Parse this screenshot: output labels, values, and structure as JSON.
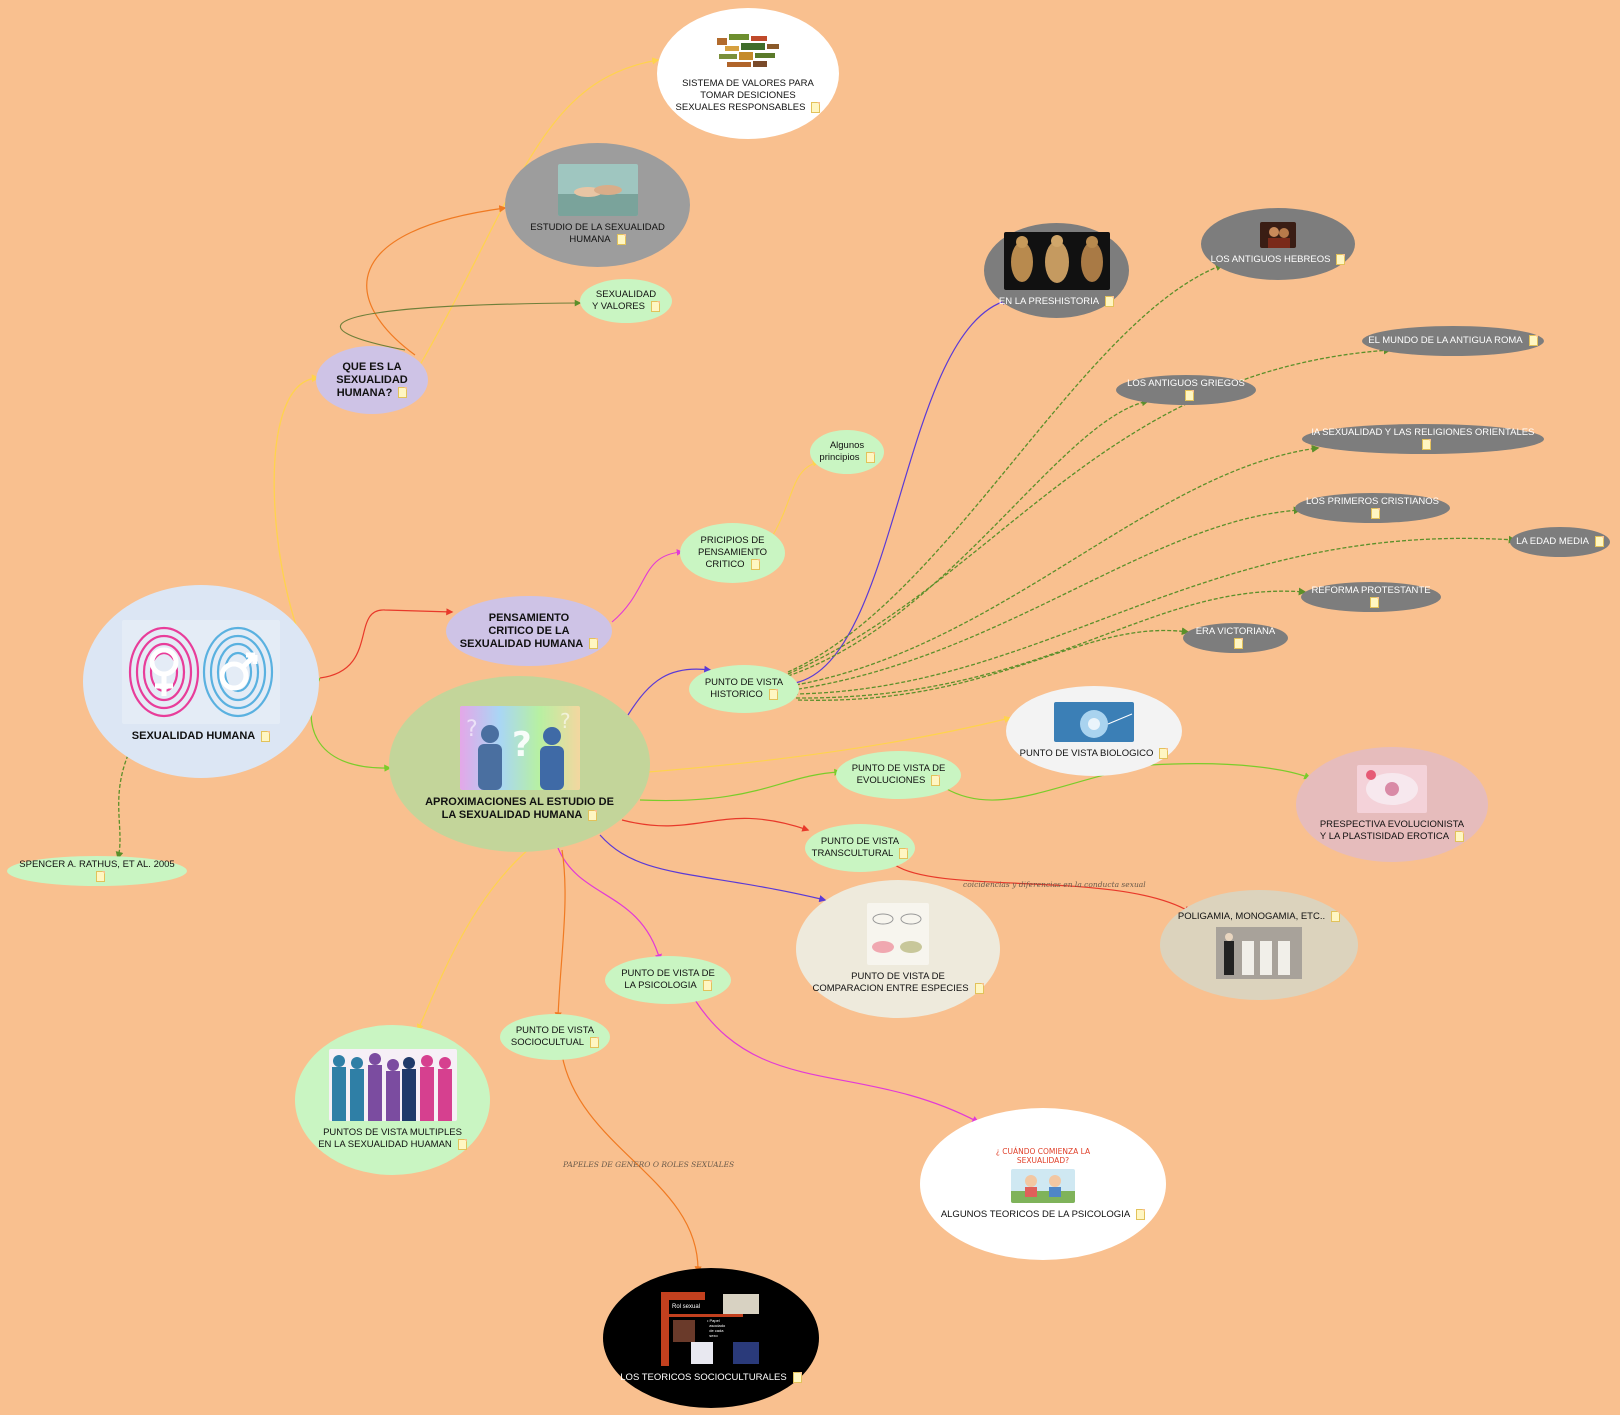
{
  "colors": {
    "background": "#f9c08f",
    "bubble_green": "#c9f5c2",
    "bubble_purple": "#cec3e6",
    "bubble_grey": "#7d7d7d",
    "bubble_blue": "#dce6f4",
    "bubble_olive": "#c3d59a",
    "bubble_pink": "#e6bcbc",
    "bubble_beige": "#dcd3bd",
    "bubble_cream": "#eeeadc",
    "bubble_black": "#000000"
  },
  "nodes": {
    "root": "SEXUALIDAD HUMANA",
    "rathus": "SPENCER A. RATHUS, ET AL. 2005",
    "que_es": "QUE ES LA\nSEXUALIDAD\nHUMANA?",
    "sistema": "SISTEMA DE VALORES PARA\nTOMAR DESICIONES\nSEXUALES RESPONSABLES",
    "estudio": "ESTUDIO DE LA SEXUALIDAD\nHUMANA",
    "sex_valores": "SEXUALIDAD\nY VALORES",
    "pensamiento": "PENSAMIENTO\nCRITICO DE LA\nSEXUALIDAD HUMANA",
    "principios": "PRICIPIOS DE\nPENSAMIENTO\nCRITICO",
    "algunos": "Algunos\nprincipios",
    "aprox": "APROXIMACIONES AL ESTUDIO DE\nLA SEXUALIDAD HUMANA",
    "historico": "PUNTO DE VISTA\nHISTORICO",
    "prehistoria": "EN LA PRESHISTORIA",
    "hebreos": "LOS ANTIGUOS HEBREOS",
    "roma": "EL MUNDO DE LA ANTIGUA ROMA",
    "griegos": "LOS ANTIGUOS GRIEGOS",
    "orientales": "lA SEXUALIDAD Y LAS RELIGIONES ORIENTALES",
    "cristianos": "LOS PRIMEROS CRISTIANOS",
    "edad_media": "LA EDAD MEDIA",
    "reforma": "REFORMA PROTESTANTE",
    "victoriana": "ERA VICTORIANA",
    "biologico": "PUNTO DE VISTA BIOLOGICO",
    "evoluciones": "PUNTO DE VISTA DE\nEVOLUCIONES",
    "evolucionista": "PRESPECTIVA EVOLUCIONISTA\nY LA PLASTISIDAD EROTICA",
    "transcultural": "PUNTO DE VISTA\nTRANSCULTURAL",
    "poligamia": "POLIGAMIA, MONOGAMIA, ETC..",
    "especies": "PUNTO DE VISTA DE\nCOMPARACION ENTRE ESPECIES",
    "psicologia": "PUNTO DE VISTA DE\nLA PSICOLOGIA",
    "teoricos_psico": "ALGUNOS TEORICOS DE LA PSICOLOGIA",
    "sociocultual": "PUNTO DE VISTA\nSOCIOCULTUAL",
    "multiples": "PUNTOS DE VISTA MULTIPLES\nEN LA SEXUALIDAD HUAMAN",
    "socioculturales": "LOS TEORICOS SOCIOCULTURALES"
  },
  "edge_labels": {
    "coincidencias": "coicidencias y diferencias en la conducta sexual",
    "papeles": "PAPELES DE GENERO O ROLES SEXUALES"
  },
  "image_text": {
    "cuando": "¿ CUÁNDO COMIENZA LA\nSEXUALIDAD?",
    "rol_sexual": "Rol sexual",
    "rol_bullet": "• Papel\n  asociado\n  de cada\n  sexo"
  }
}
